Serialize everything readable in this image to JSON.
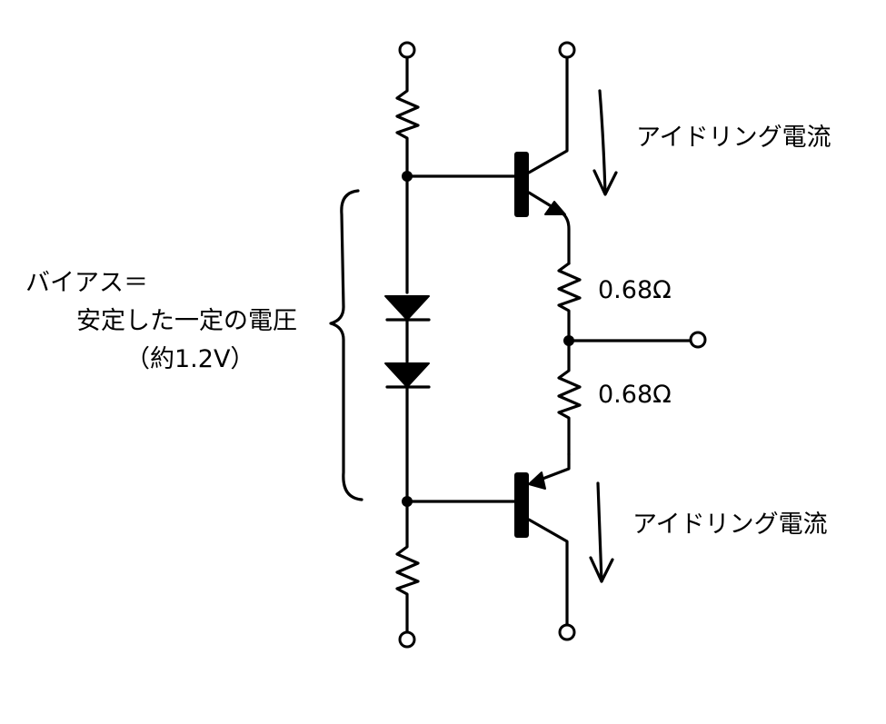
{
  "labels": {
    "idle_current_top": "アイドリング電流",
    "idle_current_bottom": "アイドリング電流",
    "bias_line1": "バイアス＝",
    "bias_line2": "安定した一定の電圧",
    "bias_line3": "（約1.2V）",
    "resistor_top_value": "0.68Ω",
    "resistor_bottom_value": "0.68Ω"
  },
  "colors": {
    "ink": "#000000",
    "background": "#ffffff"
  }
}
